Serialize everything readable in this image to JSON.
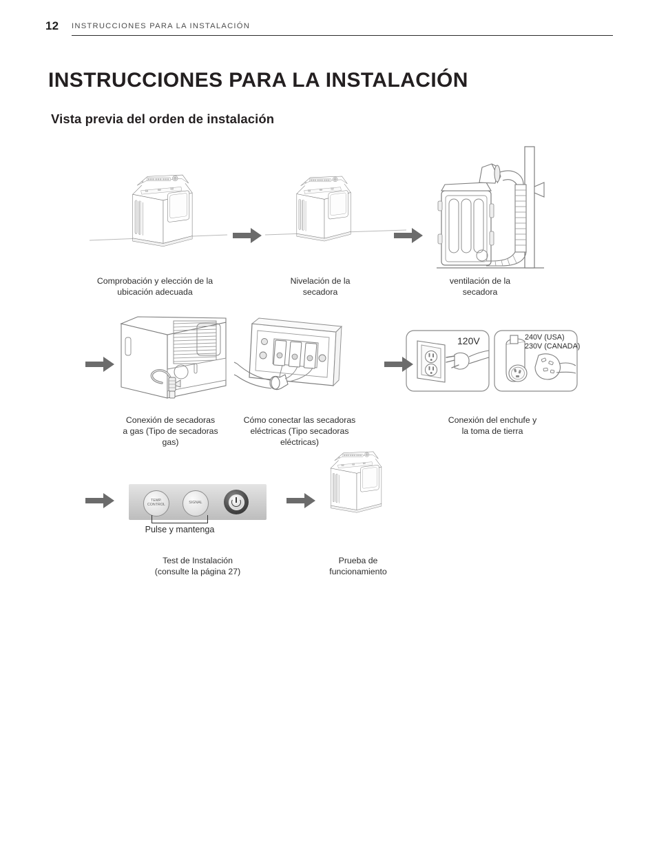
{
  "header": {
    "page_number": "12",
    "running_title": "INSTRUCCIONES PARA LA INSTALACIÓN"
  },
  "titles": {
    "chapter": "INSTRUCCIONES PARA LA INSTALACIÓN",
    "section": "Vista previa del orden de instalación"
  },
  "flow": {
    "steps": [
      {
        "id": "ubicacion",
        "caption": "Comprobación y elección de la\nubicación adecuada"
      },
      {
        "id": "nivelacion",
        "caption": "Nivelación de la\nsecadora"
      },
      {
        "id": "ventilacion",
        "caption": "ventilación de la\nsecadora"
      },
      {
        "id": "gas",
        "caption": "Conexión de secadoras\na gas (Tipo de secadoras\ngas)"
      },
      {
        "id": "electrica",
        "caption": "Cómo conectar las secadoras\neléctricas (Tipo secadoras\neléctricas)"
      },
      {
        "id": "enchufe",
        "caption": "Conexión del enchufe y\nla toma de tierra"
      },
      {
        "id": "test",
        "caption": "Test de Instalación\n(consulte la página 27)"
      },
      {
        "id": "funcionamiento",
        "caption": "Prueba de\nfuncionamiento"
      }
    ]
  },
  "voltage": {
    "outlet_120": "120V",
    "outlet_240": "240V (USA)\n230V (CANADA)"
  },
  "control_panel": {
    "temp_control_label": "TEMP.\nCONTROL",
    "signal_label": "SIGNAL",
    "power_icon": "power-icon",
    "press_and_hold": "Pulse y mantenga"
  },
  "colors": {
    "arrow": "#6b6b6b",
    "line_art": "#7a7a7a",
    "text": "#2b2b2b"
  }
}
